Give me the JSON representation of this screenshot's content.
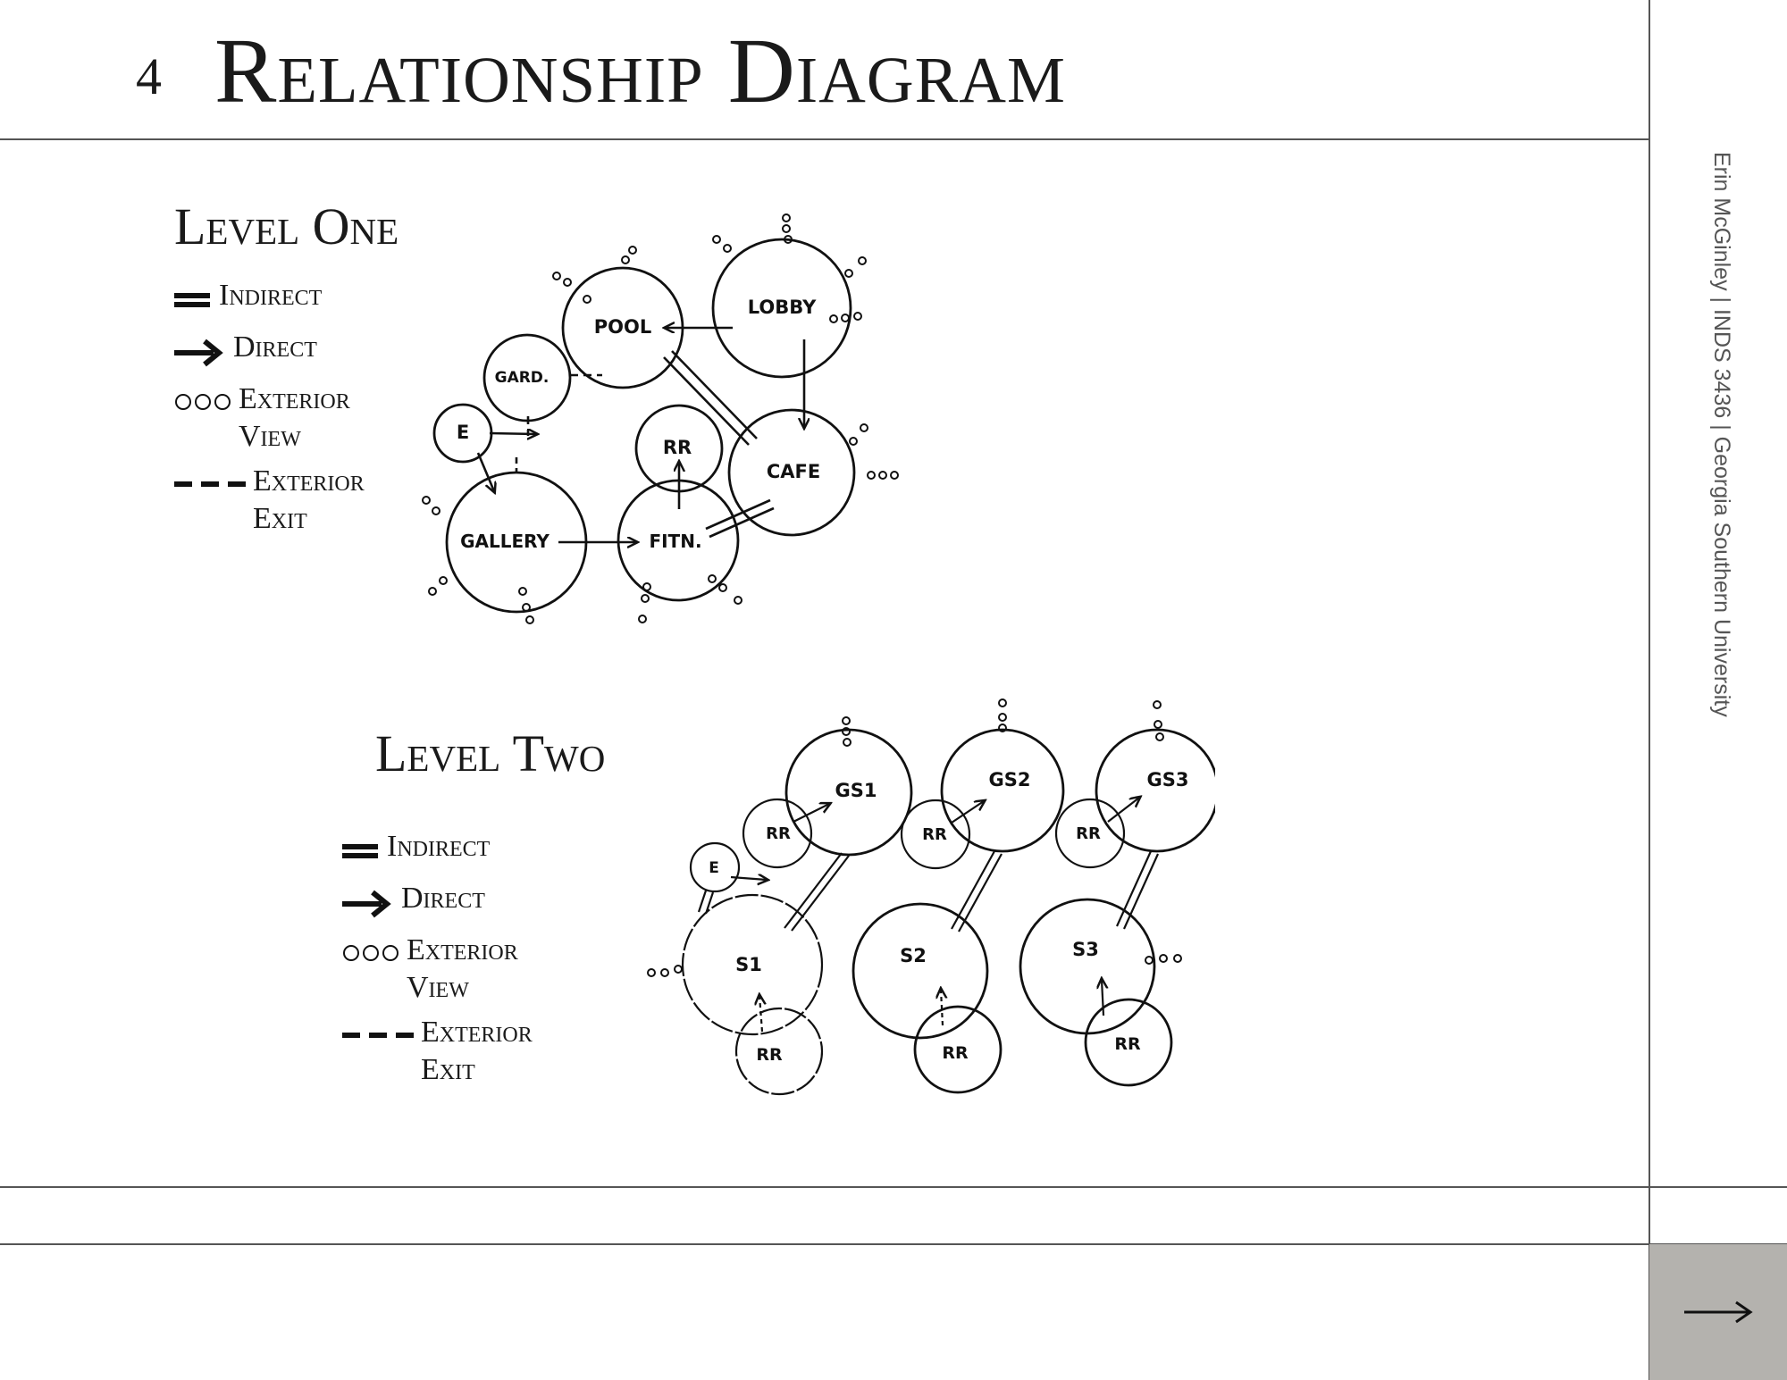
{
  "header": {
    "page_number": "4",
    "title": "Relationship Diagram"
  },
  "sidebar": {
    "credit": "Erin McGinley | INDS 3436 | Georgia Southern University"
  },
  "nav": {
    "next_icon": "arrow-right-icon"
  },
  "legend_labels": {
    "indirect": "Indirect",
    "direct": "Direct",
    "exterior_view_1": "Exterior",
    "exterior_view_2": "View",
    "exterior_exit_1": "Exterior",
    "exterior_exit_2": "Exit"
  },
  "level_one": {
    "title": "Level One",
    "spaces": {
      "lobby": "LOBBY",
      "pool": "POOL",
      "gard": "GARD.",
      "e": "E",
      "rr": "RR",
      "cafe": "CAFE",
      "gallery": "GALLERY",
      "fitn": "FITN."
    }
  },
  "level_two": {
    "title": "Level Two",
    "spaces": {
      "gs1": "GS1",
      "gs2": "GS2",
      "gs3": "GS3",
      "rr": "RR",
      "e": "E",
      "s1": "S1",
      "s2": "S2",
      "s3": "S3"
    }
  }
}
